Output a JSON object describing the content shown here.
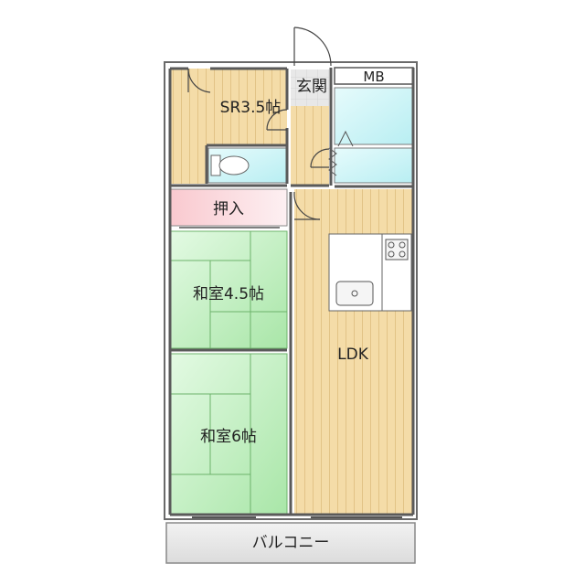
{
  "rooms": {
    "sr": "SR3.5帖",
    "genkan": "玄関",
    "mb": "MB",
    "oshiire": "押入",
    "washitsu_small": "和室4.5帖",
    "washitsu_large": "和室6帖",
    "ldk": "LDK",
    "balcony": "バルコニー"
  },
  "colors": {
    "wood": "#f4dca8",
    "wood_stripe": "#ddb978",
    "tatami": "#bfeebe",
    "tatami_line": "#6db36b",
    "tile": "#c9f2f4",
    "closet": "#fad9dd",
    "balcony": "#e6e6e6",
    "wall": "#5a5a5a"
  }
}
